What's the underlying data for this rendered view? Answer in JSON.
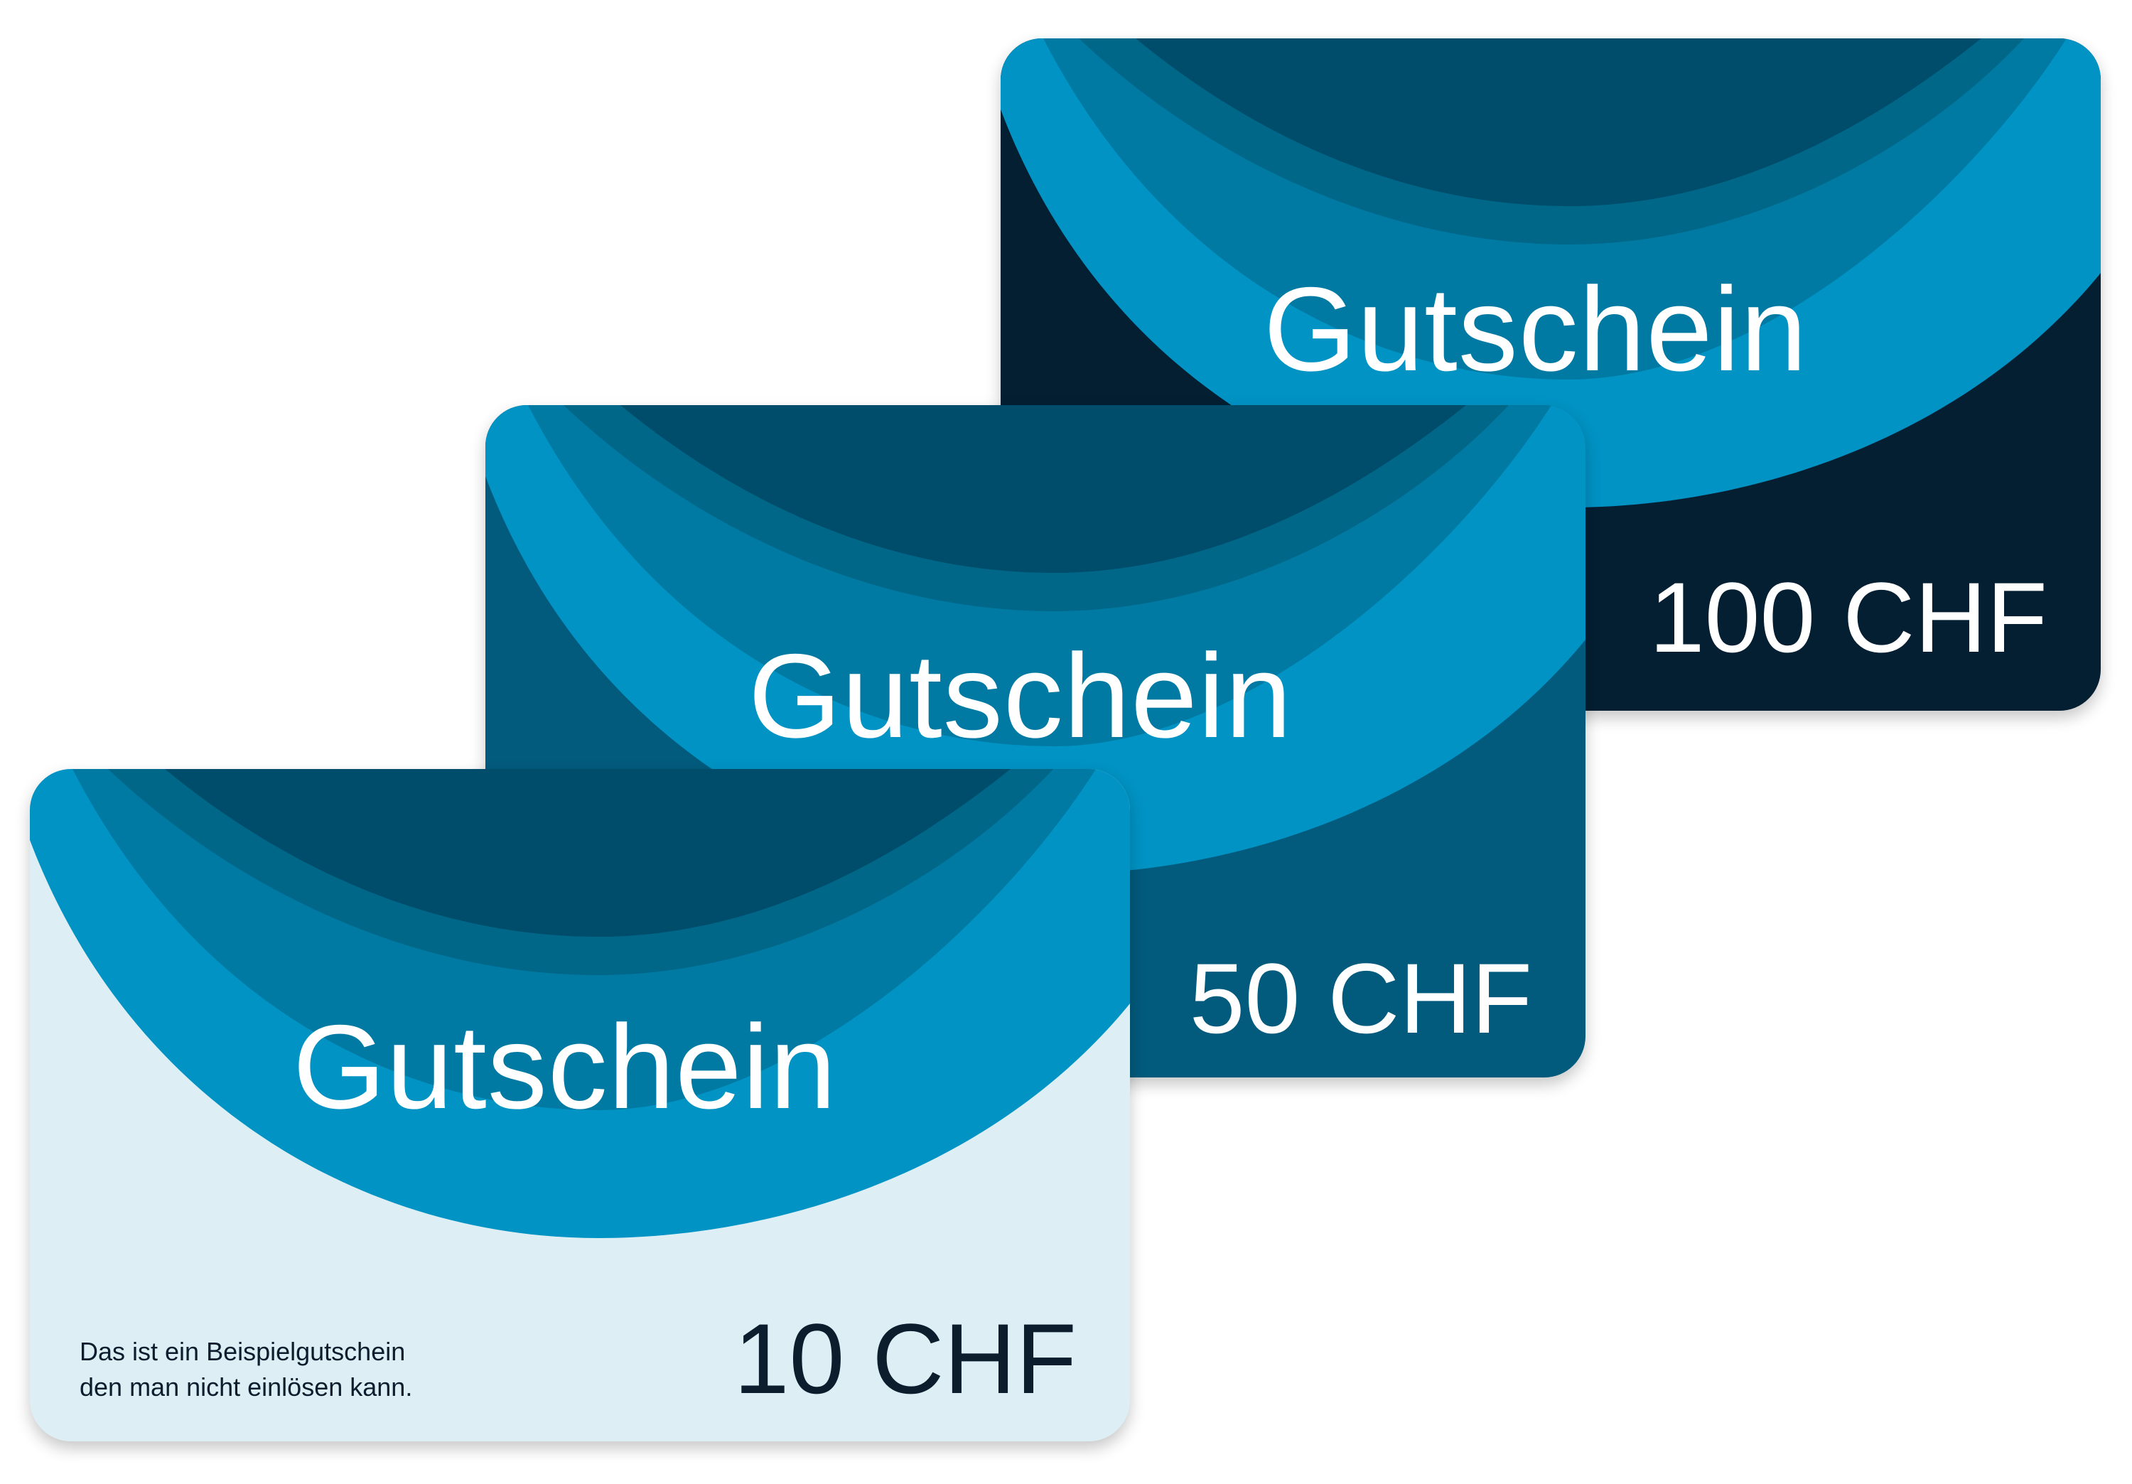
{
  "cards": [
    {
      "title": "Gutschein",
      "amount": "100 CHF",
      "colors": {
        "background": "#041e32",
        "amount_text": "#ffffff"
      }
    },
    {
      "title": "Gutschein",
      "amount": "50 CHF",
      "colors": {
        "background": "#025a7c",
        "amount_text": "#ffffff"
      }
    },
    {
      "title": "Gutschein",
      "amount": "10 CHF",
      "note_line1": "Das ist ein Beispielgutschein",
      "note_line2": "den man nicht einlösen kann.",
      "colors": {
        "background": "#ddeef5",
        "amount_text": "#0c1e2e"
      }
    }
  ],
  "wave_colors": [
    "#0093c4",
    "#007aa3",
    "#006789",
    "#004c6b"
  ]
}
